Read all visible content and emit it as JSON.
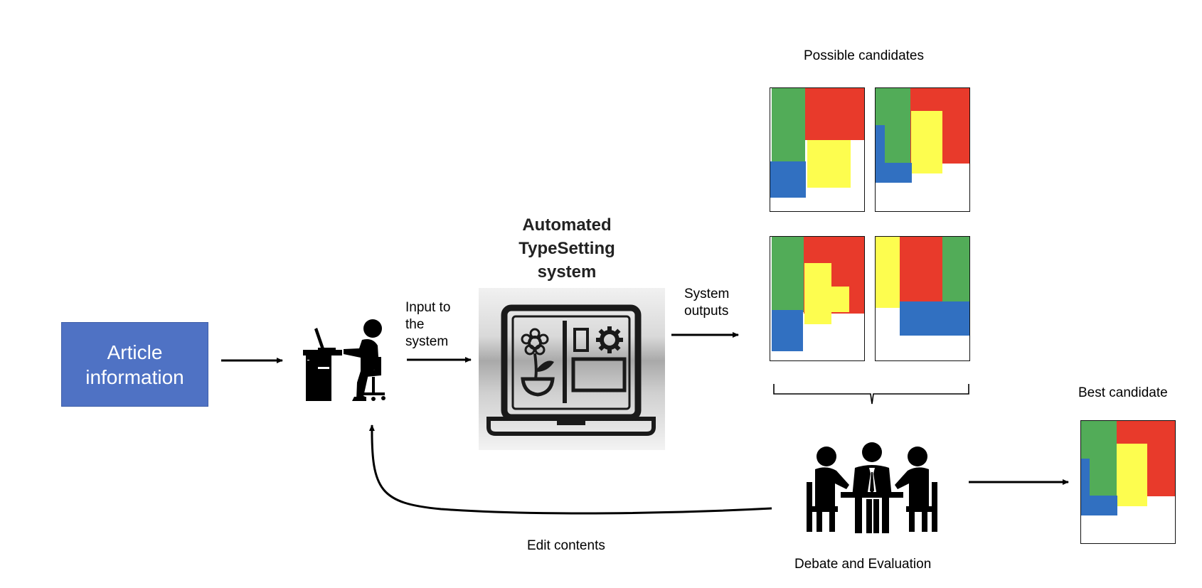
{
  "labels": {
    "article_information": "Article\ninformation",
    "system_title": "Automated\nTypeSetting\nsystem",
    "input_to_system": "Input to\nthe\nsystem",
    "system_outputs": "System\noutputs",
    "possible_candidates": "Possible candidates",
    "best_candidate": "Best candidate",
    "edit_contents": "Edit contents",
    "debate_and_evaluation": "Debate and Evaluation"
  },
  "colors": {
    "article_box": "#4f72c4",
    "block_green": "#52ac58",
    "block_red": "#e83a2b",
    "block_yellow": "#fdfd4f",
    "block_blue": "#3170c1"
  },
  "icons": {
    "user": "person-at-desk-icon",
    "system": "laptop-typesetting-icon",
    "meeting": "meeting-group-icon"
  },
  "candidates": [
    {
      "name": "candidate-1",
      "blocks": [
        "green",
        "red",
        "yellow",
        "blue"
      ]
    },
    {
      "name": "candidate-2",
      "blocks": [
        "green",
        "red",
        "yellow",
        "blue"
      ]
    },
    {
      "name": "candidate-3",
      "blocks": [
        "green",
        "red",
        "yellow",
        "blue"
      ]
    },
    {
      "name": "candidate-4",
      "blocks": [
        "yellow",
        "red",
        "green",
        "blue"
      ]
    }
  ],
  "best_candidate": {
    "name": "best-candidate",
    "blocks": [
      "green",
      "red",
      "yellow",
      "blue"
    ]
  }
}
